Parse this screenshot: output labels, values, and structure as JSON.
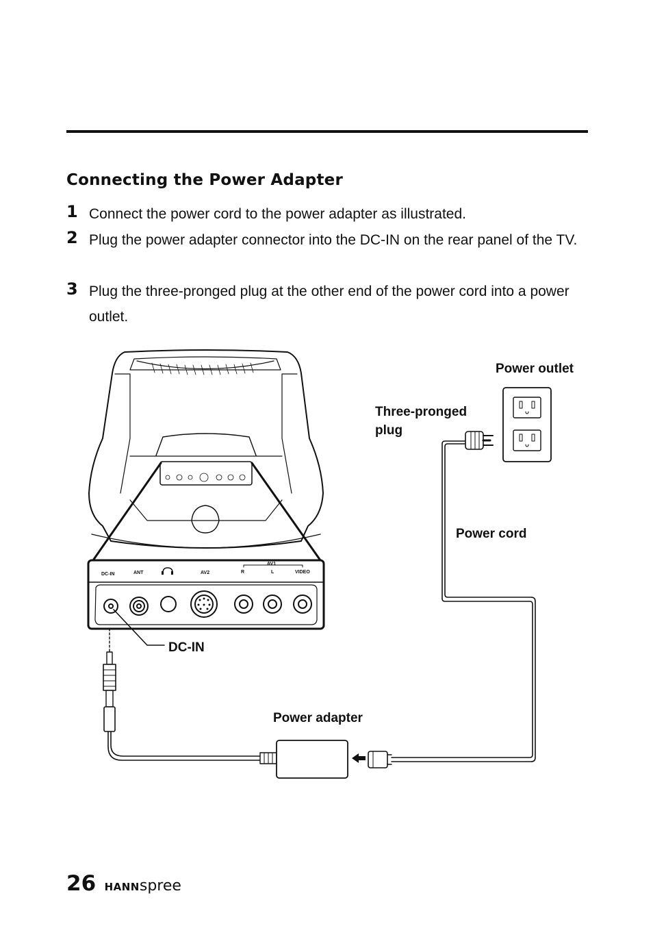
{
  "section": {
    "title": "Connecting the Power Adapter"
  },
  "steps": [
    {
      "num": "1",
      "text": "Connect the power cord to the power adapter as illustrated."
    },
    {
      "num": "2",
      "text": "Plug the power adapter connector into the DC-IN on the rear panel of the TV."
    },
    {
      "num": "3",
      "text": "Plug the three-pronged plug at the other end of the power cord into a power outlet."
    }
  ],
  "figure": {
    "labels": {
      "power_outlet": "Power outlet",
      "three_pronged_line1": "Three-pronged",
      "three_pronged_line2": "plug",
      "power_cord": "Power cord",
      "dc_in": "DC-IN",
      "power_adapter": "Power adapter"
    },
    "panel_labels": {
      "dc_in": "DC-IN",
      "ant": "ANT",
      "av2": "AV2",
      "av1": "AV1",
      "r": "R",
      "l": "L",
      "video": "VIDEO"
    }
  },
  "footer": {
    "page_number": "26",
    "brand_bold": "HANN",
    "brand_light": "spree"
  }
}
